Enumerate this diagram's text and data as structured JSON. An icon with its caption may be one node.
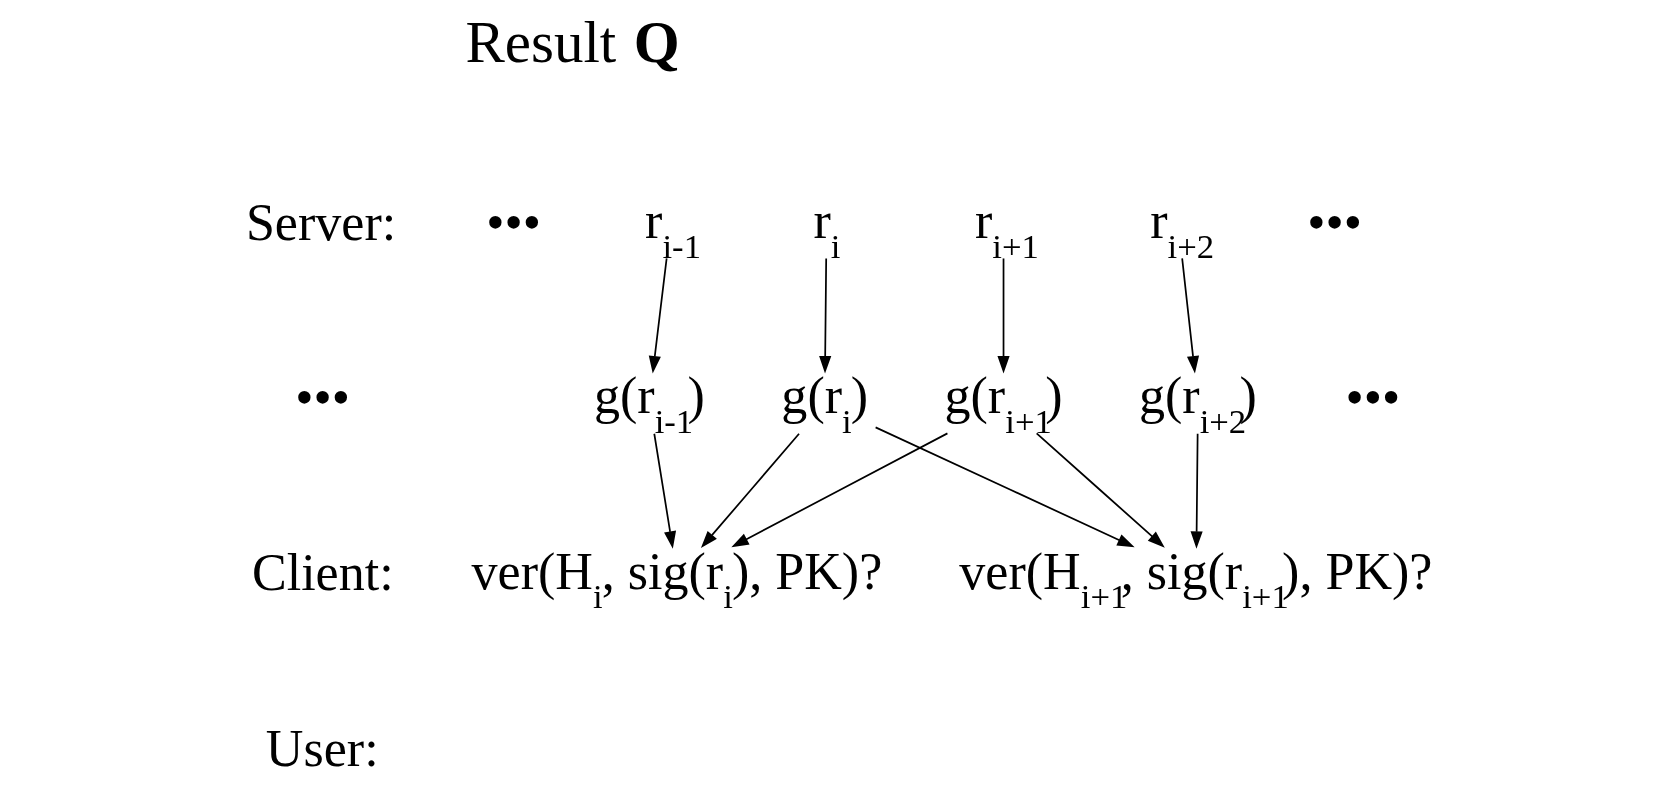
{
  "diagram": {
    "nodes": [
      {
        "text": [
          "r$_{i-1}$"
        ]
      },
      {
        "text": [
          "r$_{i}$"
        ]
      },
      {
        "text": [
          "r$_{i+1}$"
        ]
      },
      {
        "text": [
          "r$_{i+2}$"
        ]
      },
      {
        "text": [
          "g(r$_{i-1}$)"
        ]
      },
      {
        "text": [
          "g(r$_{i}$)"
        ]
      },
      {
        "text": [
          "g(r$_{i+1}$)"
        ]
      },
      {
        "text": [
          "g(r$_{i+2}$)"
        ]
      },
      {
        "text": [
          "ver(H$_{i}$, sig(r$_{i}$), PK)?"
        ]
      },
      {
        "text": [
          "ver(H$_{i+1}$, sig(r$_{i+1}$), PK)?"
        ]
      }
    ],
    "edges": [
      {
        "from": 0,
        "to": 4,
        "arrow": "to"
      },
      {
        "from": 1,
        "to": 5,
        "arrow": "to"
      },
      {
        "from": 2,
        "to": 6,
        "arrow": "to"
      },
      {
        "from": 3,
        "to": 7,
        "arrow": "to"
      },
      {
        "from": 4,
        "to": 8,
        "arrow": "to"
      },
      {
        "from": 5,
        "to": 8,
        "arrow": "to"
      },
      {
        "from": 6,
        "to": 8,
        "arrow": "to"
      },
      {
        "from": 5,
        "to": 9,
        "arrow": "to"
      },
      {
        "from": 6,
        "to": 9,
        "arrow": "to"
      },
      {
        "from": 7,
        "to": 9,
        "arrow": "to"
      }
    ],
    "labels": [
      "Result **Q**",
      "Server:",
      "•••",
      "•••",
      "User:",
      "•••",
      "•••",
      "Client:"
    ]
  }
}
